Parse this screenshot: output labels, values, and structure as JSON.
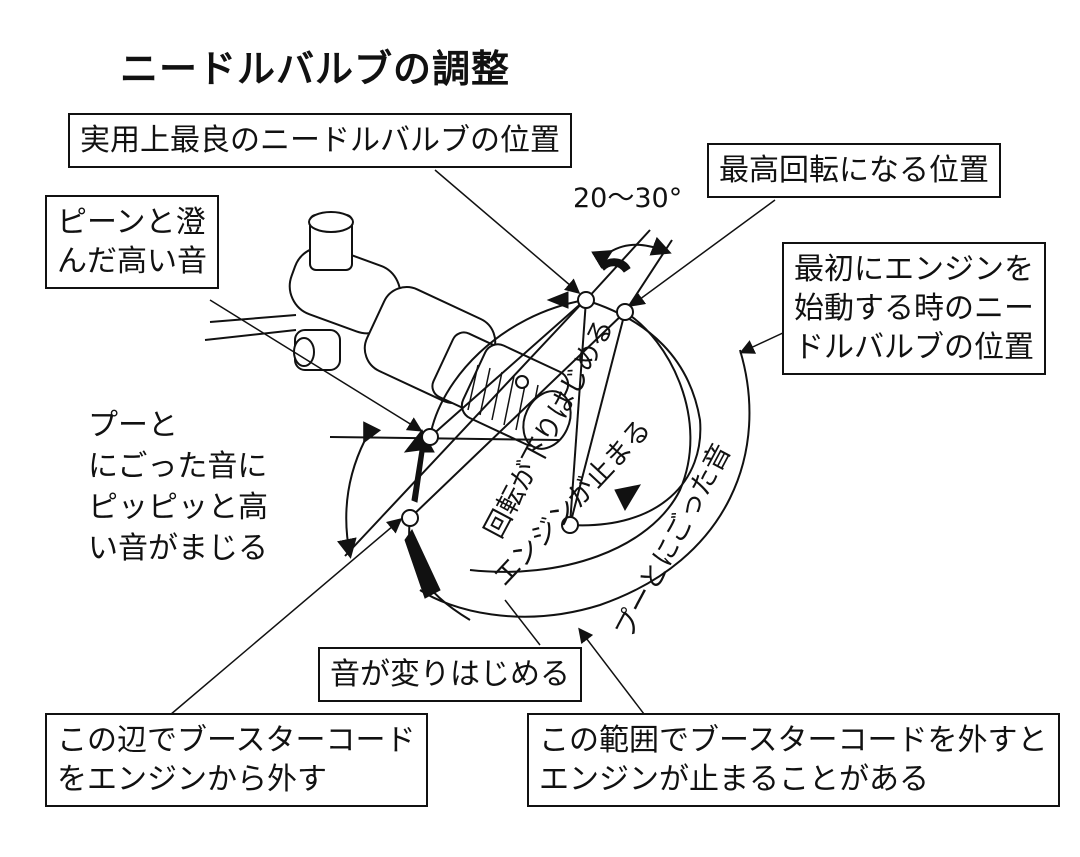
{
  "title": "ニードルバルブの調整",
  "angle_label": "20〜30°",
  "labels": {
    "best_position": "実用上最良のニードルバルブの位置",
    "max_rpm_position": "最高回転になる位置",
    "clear_sound": [
      "ピーンと澄",
      "んだ高い音"
    ],
    "initial_start": [
      "最初にエンジンを",
      "始動する時のニー",
      "ドルバルブの位置"
    ],
    "mixed_sound": [
      "プーと",
      "にごった音に",
      "ピッピッと高",
      "い音がまじる"
    ],
    "sound_changes": "音が変りはじめる",
    "remove_booster_here": [
      "この辺でブースターコード",
      "をエンジンから外す"
    ],
    "range_warning": [
      "この範囲でブースターコードを外すと",
      "エンジンが止まることがある"
    ]
  },
  "arc_labels": {
    "rpm_dropping": "回転が下りはじめる",
    "engine_stops": "エンジンが止まる",
    "muddy_sound": "プーとにごった音"
  }
}
